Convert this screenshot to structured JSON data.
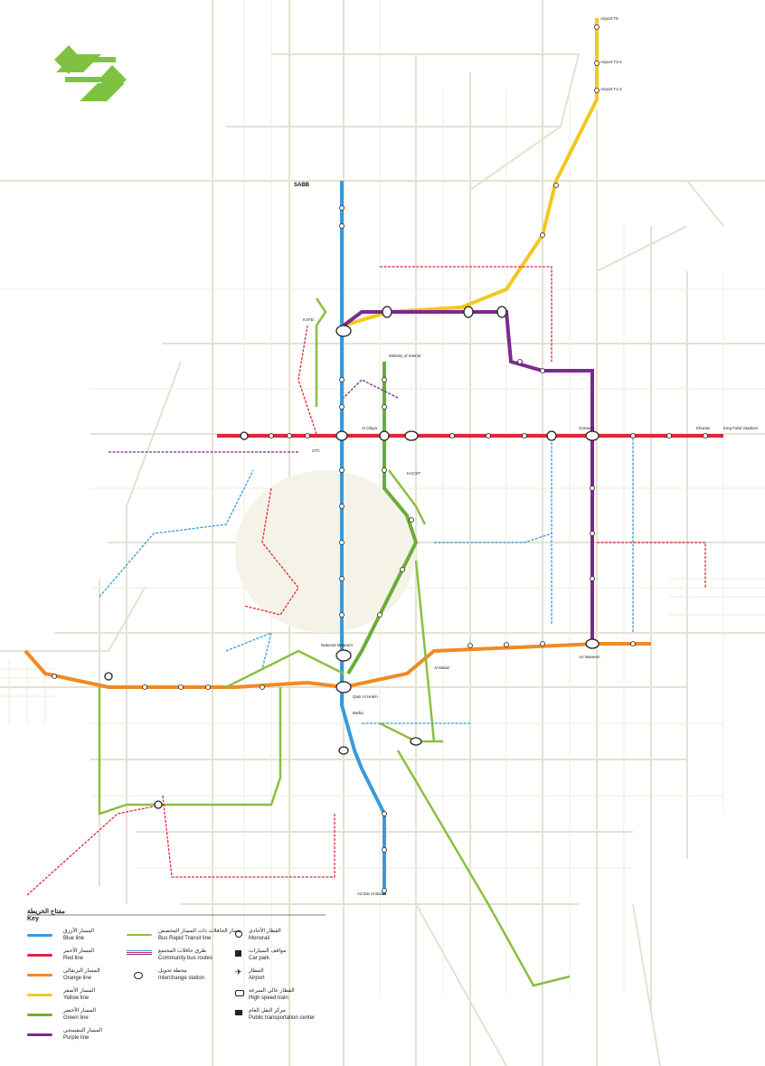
{
  "colors": {
    "blue": "#3a9ad9",
    "red": "#e0263a",
    "orange": "#f08a24",
    "yellow": "#f3c81f",
    "green": "#6aae3a",
    "purple": "#7b2a8e",
    "bus": "#8cbf3f",
    "street": "#e4e2d0",
    "logo": "#7fc241"
  },
  "map": {
    "airport_terminals": [
      "Airport T5",
      "Airport T3-4",
      "Airport T1-2"
    ],
    "stations": {
      "sabb": "SABB",
      "king_fahd_stadium": "King Fahd Stadium",
      "al_malaz": "Al Malaz",
      "ad_dar_al_baida": "Ad Dar Al Baida",
      "an_naseem": "An Naseem",
      "batha": "Batha",
      "qasr_al_hokm": "Qasr Al Hokm",
      "ministry_of_interior": "Ministry of Interior",
      "king_abdullah_financial_district": "KAFD",
      "national_museum": "National Museum",
      "al_olaya": "Al Olaya",
      "stc": "STC",
      "kacst": "KACST",
      "granada": "Granada",
      "khurais": "Khurais"
    }
  },
  "key": {
    "title_ar": "مفتاح الخريطة",
    "title_en": "Key",
    "lines": [
      {
        "ar": "المسار الأزرق",
        "en": "Blue line",
        "color": "#3a9ad9"
      },
      {
        "ar": "المسار الأحمر",
        "en": "Red line",
        "color": "#e0263a"
      },
      {
        "ar": "المسار البرتقالي",
        "en": "Orange line",
        "color": "#f08a24"
      },
      {
        "ar": "المسار الأصفر",
        "en": "Yellow line",
        "color": "#f3c81f"
      },
      {
        "ar": "المسار الأخضر",
        "en": "Green line",
        "color": "#6aae3a"
      },
      {
        "ar": "المسار البنفسجي",
        "en": "Purple line",
        "color": "#7b2a8e"
      }
    ],
    "bus": [
      {
        "ar": "مسار الحافلات ذات المسار المخصص",
        "en": "Bus Rapid Transit line"
      },
      {
        "ar": "طرق حافلات المجتمع",
        "en": "Community bus routes"
      },
      {
        "ar": "محطة تحويل",
        "en": "Interchange station"
      }
    ],
    "symbols": [
      {
        "ar": "القطار الأحادي",
        "en": "Monorail"
      },
      {
        "ar": "مواقف السيارات",
        "en": "Car park"
      },
      {
        "ar": "المطار",
        "en": "Airport"
      },
      {
        "ar": "القطار عالي السرعة",
        "en": "High speed train"
      },
      {
        "ar": "مركز النقل العام",
        "en": "Public transportation center"
      }
    ]
  }
}
